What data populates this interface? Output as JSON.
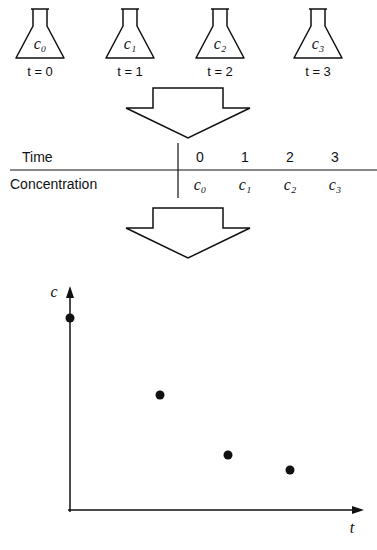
{
  "diagram": {
    "nodes": [
      {
        "text": [
          "c₀",
          "t = 0"
        ]
      },
      {
        "text": [
          "c₁",
          "t = 1"
        ]
      },
      {
        "text": [
          "c₂",
          "t = 2"
        ]
      },
      {
        "text": [
          "c₃",
          "t = 3"
        ]
      }
    ],
    "labels": [
      "Time",
      "0",
      "1",
      "2",
      "3",
      "Concentration",
      "c₀",
      "c₁",
      "c₂",
      "c₃",
      "c",
      "t"
    ]
  }
}
